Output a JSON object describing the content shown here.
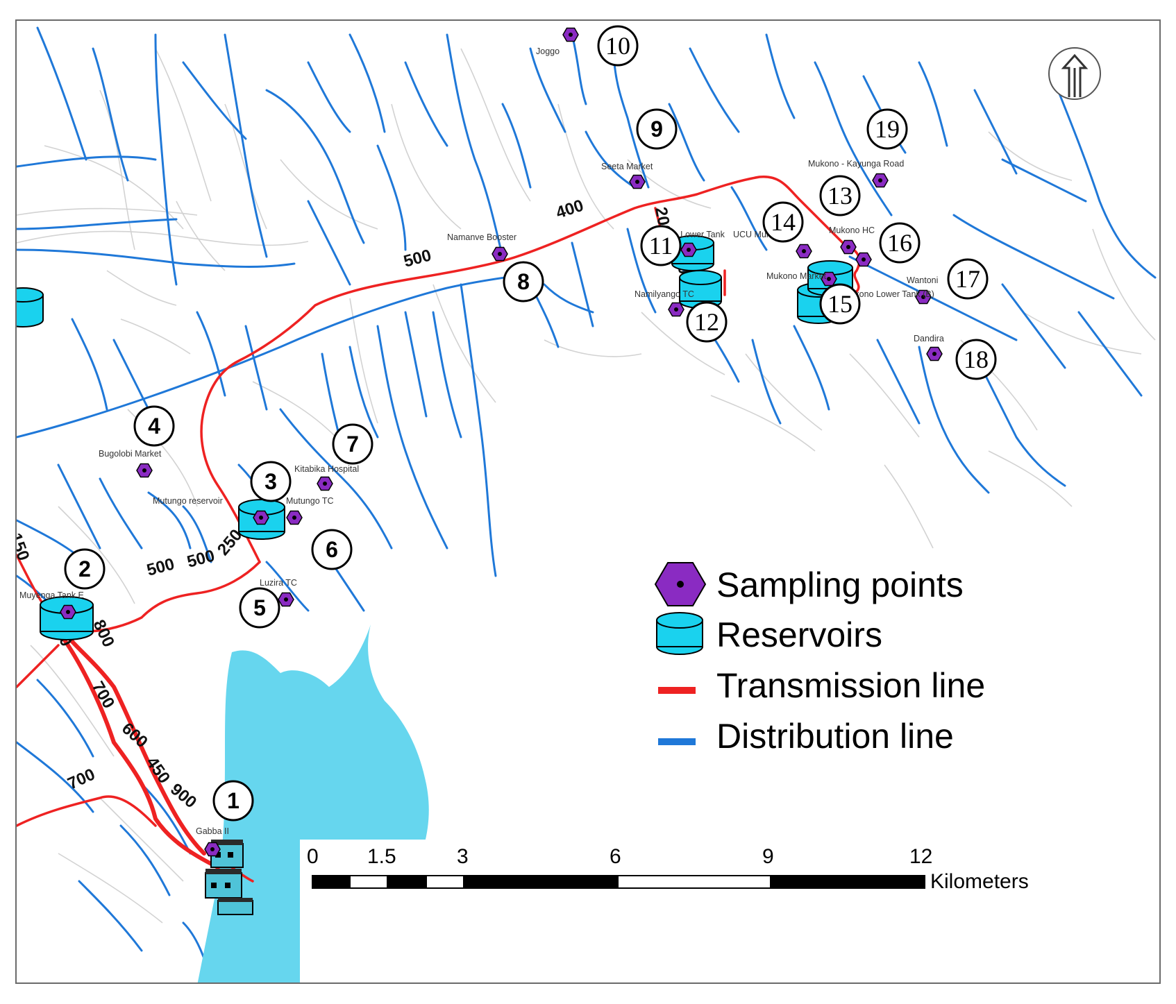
{
  "legend": {
    "sampling": "Sampling points",
    "reservoirs": "Reservoirs",
    "transmission": "Transmission line",
    "distribution": "Distribution line"
  },
  "colors": {
    "transmission": "#ee2222",
    "distribution": "#1f78d8",
    "water": "#66d6ee",
    "reservoir": "#1ad2ee",
    "sampling": "#8a2bc2"
  },
  "north_arrow": "north-arrow-icon",
  "scale": {
    "unit": "Kilometers",
    "ticks": [
      "0",
      "1.5",
      "3",
      "6",
      "9",
      "12"
    ]
  },
  "points": [
    {
      "num": "1",
      "label": "Gabba II"
    },
    {
      "num": "2",
      "label": "Muyenga Tank E"
    },
    {
      "num": "3",
      "label": "Mutungo reservoir"
    },
    {
      "num": "4",
      "label": "Bugolobi Market"
    },
    {
      "num": "5",
      "label": "Luzira TC"
    },
    {
      "num": "6",
      "label": "Mutungo TC"
    },
    {
      "num": "7",
      "label": "Kitabika Hospital"
    },
    {
      "num": "8",
      "label": "Namanve Booster"
    },
    {
      "num": "9",
      "label": "Seeta Market"
    },
    {
      "num": "10",
      "label": "Joggo"
    },
    {
      "num": "11",
      "label": "Seeta Lower Tank"
    },
    {
      "num": "12",
      "label": "Namilyango TC"
    },
    {
      "num": "13",
      "label": ""
    },
    {
      "num": "14",
      "label": "UCU Mukono"
    },
    {
      "num": "15",
      "label": "Mukono Market"
    },
    {
      "num": "16",
      "label": "Mukono HC"
    },
    {
      "num": "17",
      "label": "Wantoni"
    },
    {
      "num": "18",
      "label": "Dandira"
    },
    {
      "num": "19",
      "label": "Mukono - Kayunga Road"
    },
    {
      "num": "",
      "label": "Mukono Lower Tank (B)"
    }
  ],
  "pipe_sizes": [
    "500",
    "400",
    "200",
    "100",
    "500",
    "500",
    "250",
    "150",
    "400",
    "800",
    "700",
    "600",
    "450",
    "900",
    "700"
  ]
}
